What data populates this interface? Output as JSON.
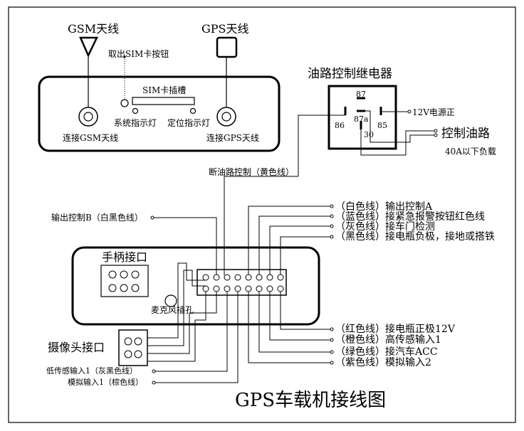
{
  "title": "GPS车载机接线图",
  "gsm_antenna": "GSM天线",
  "gps_antenna": "GPS天线",
  "sim_eject": "取出SIM卡按钮",
  "sim_slot": "SIM卡插槽",
  "sys_led": "系统指示灯",
  "pos_led": "定位指示灯",
  "gsm_connect": "连接GSM天线",
  "gps_connect": "连接GPS天线",
  "relay": {
    "title": "油路控制继电器",
    "pins": [
      "87",
      "87a",
      "86",
      "85",
      "30"
    ],
    "power": "12V电源正",
    "control": "控制油路",
    "load": "40A以下负载"
  },
  "oil_cut": "断油路控制（黄色线）",
  "output_b": "输出控制B（白黑色线）",
  "handle_port": "手柄接口",
  "mic_jack": "麦克风插孔",
  "camera_port": "摄像头接口",
  "right_labels": [
    "（白色线）输出控制A",
    "（蓝色线）接紧急报警按钮红色线",
    "（灰色线）接车门检测",
    "（黑色线）接电瓶负极，接地或搭铁",
    "（红色线）接电瓶正极12V",
    "（橙色线）高传感输入1",
    "（绿色线）接汽车ACC",
    "（紫色线）模拟输入2"
  ],
  "left_bottom_labels": [
    "低传感输入1（灰黑色线）",
    "模拟输入1（棕色线）"
  ]
}
